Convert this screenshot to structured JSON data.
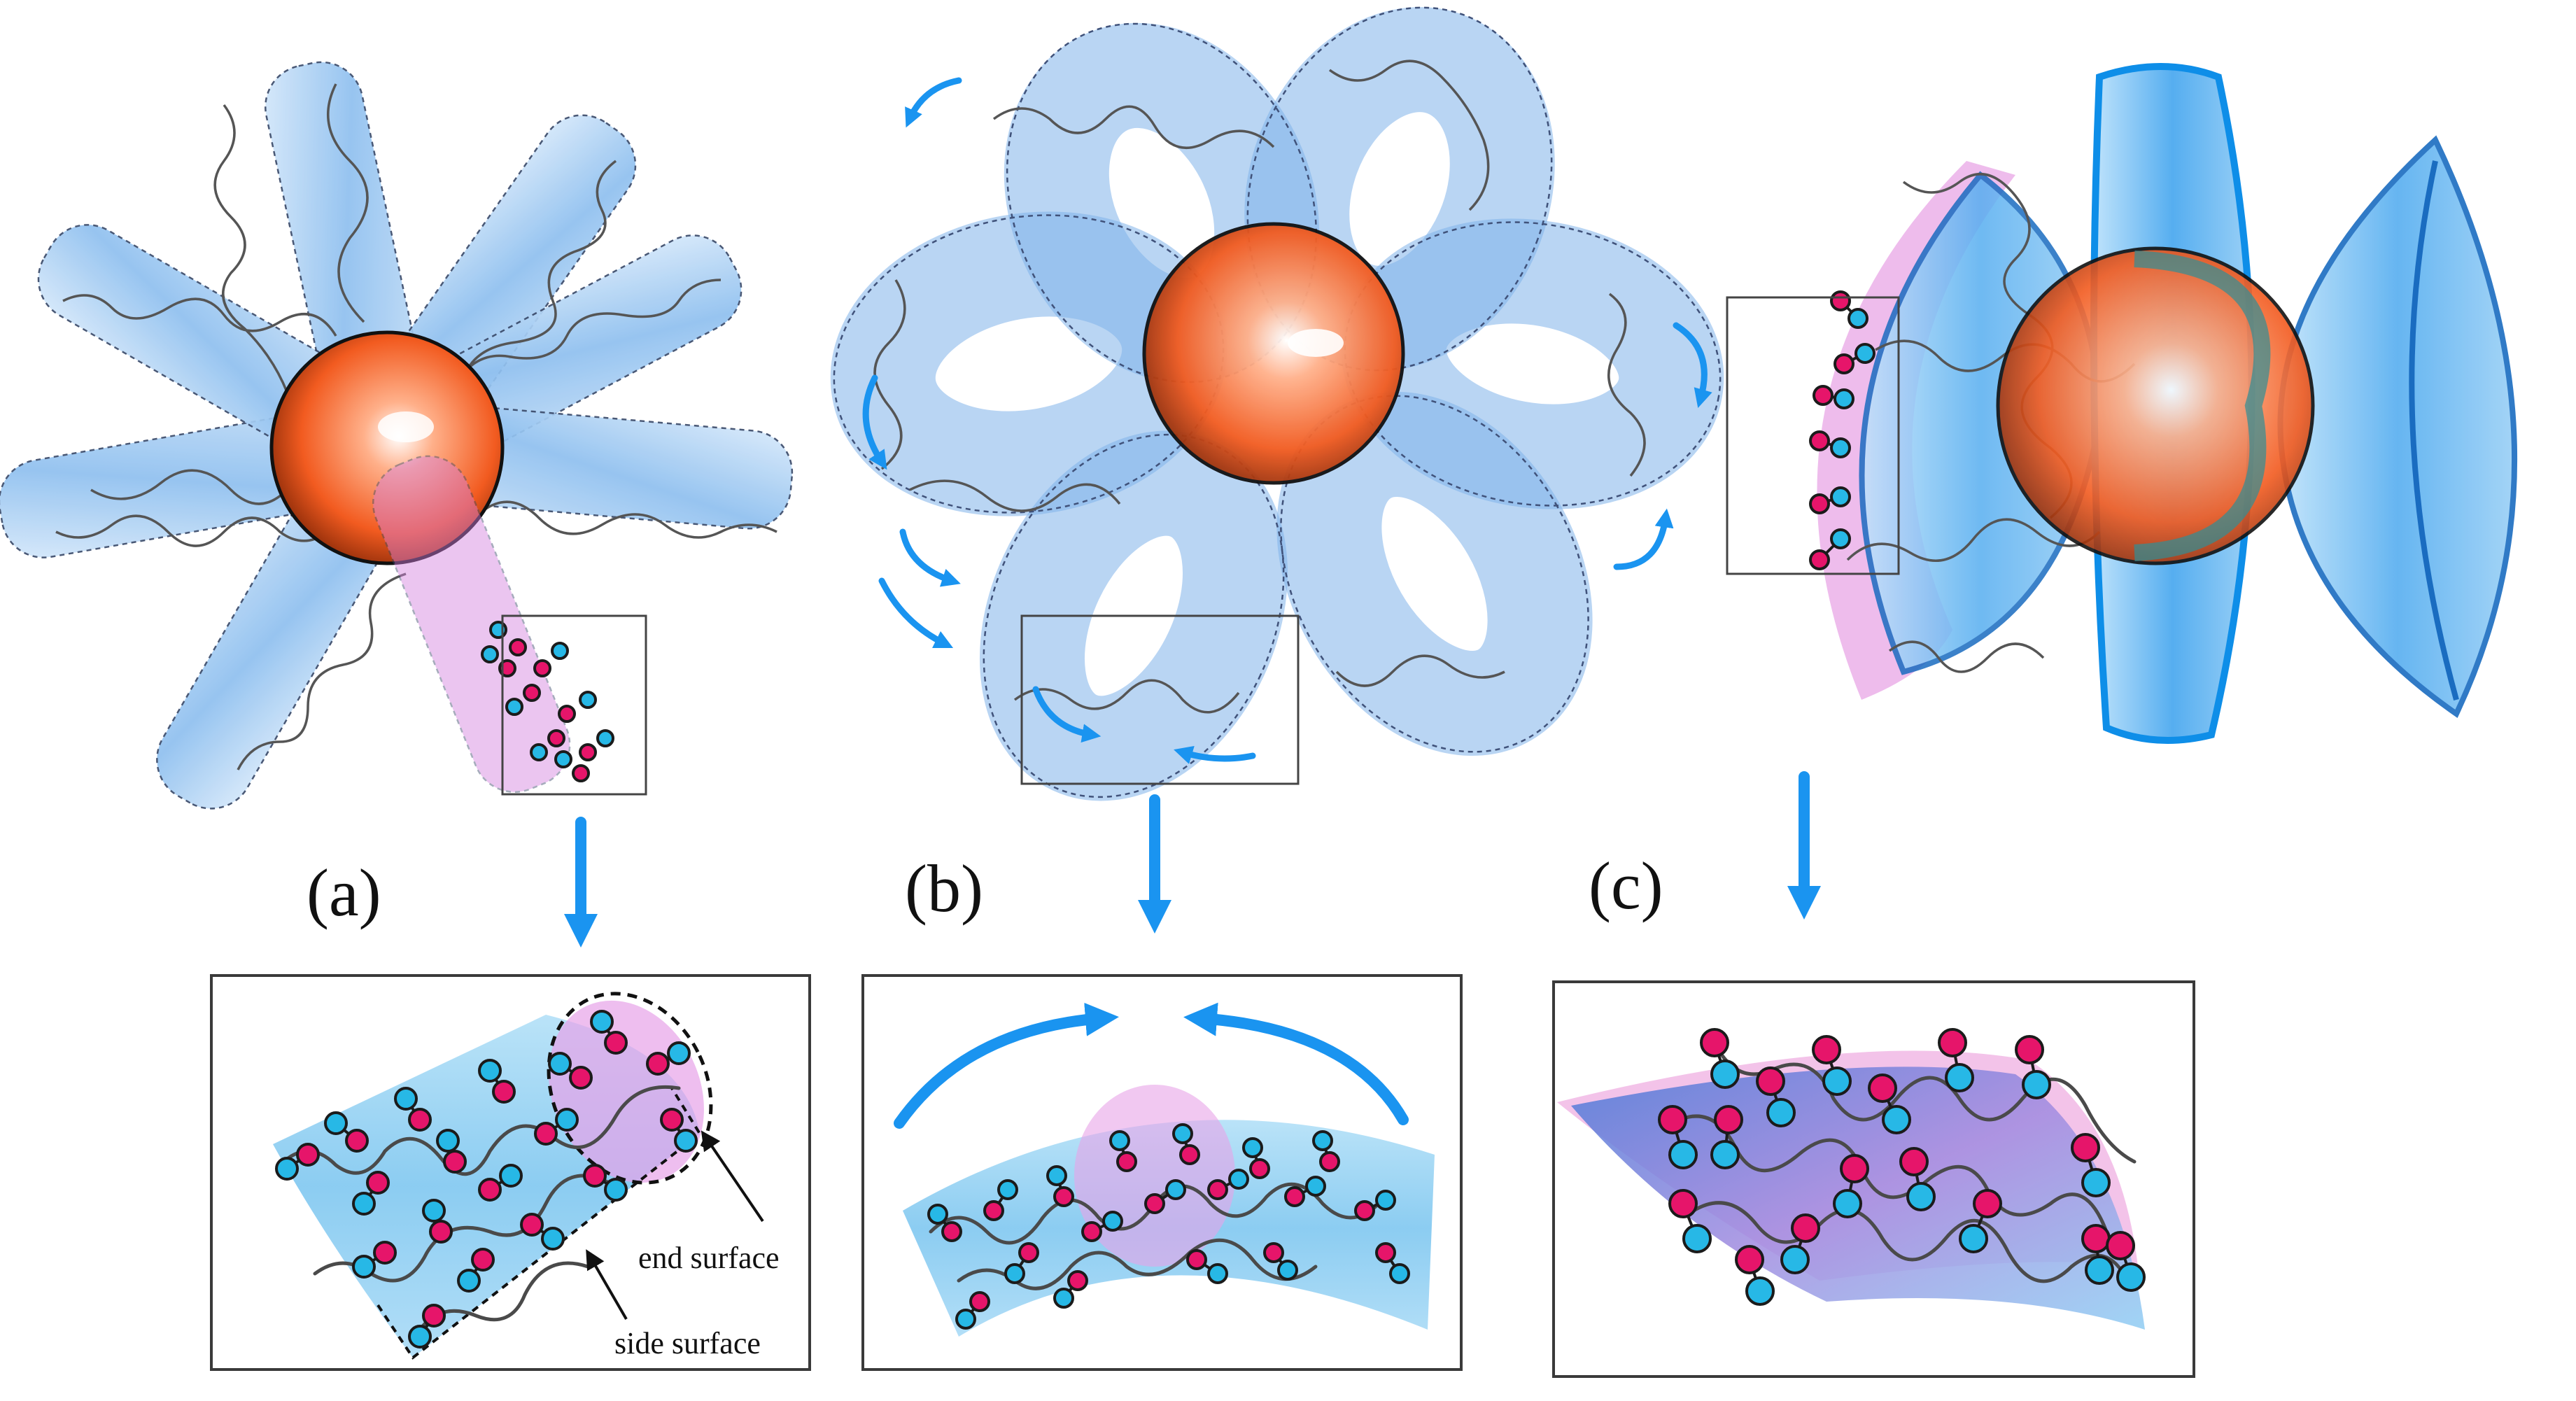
{
  "panels": [
    {
      "id": "a",
      "label": "(a)"
    },
    {
      "id": "b",
      "label": "(b)"
    },
    {
      "id": "c",
      "label": "(c)"
    }
  ],
  "annotations": {
    "end_surface": "end surface",
    "side_surface": "side surface"
  },
  "colors": {
    "core": "#f25b20",
    "corona": "#7fb3ea",
    "arrow": "#1a94f0",
    "pink_monomer": "#e6156a",
    "cyan_monomer": "#27b8e6"
  }
}
